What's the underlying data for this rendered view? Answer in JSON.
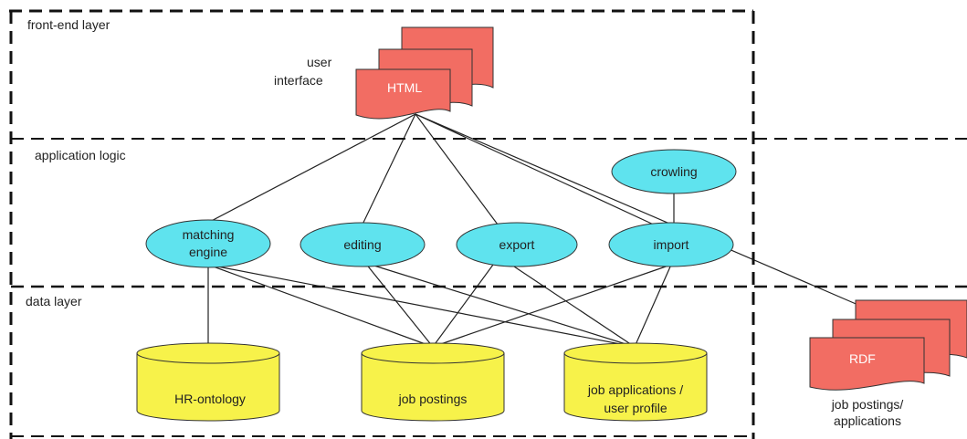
{
  "layers": {
    "frontend": "front-end layer",
    "application": "application logic",
    "data": "data layer"
  },
  "ui": {
    "label_line1": "user",
    "label_line2": "interface",
    "doc": "HTML"
  },
  "nodes": {
    "crowling": "crowling",
    "matching_line1": "matching",
    "matching_line2": "engine",
    "editing": "editing",
    "export": "export",
    "import": "import"
  },
  "stores": {
    "hr_ontology": "HR-ontology",
    "job_postings": "job postings",
    "job_applications_line1": "job applications /",
    "job_applications_line2": "user profile"
  },
  "external": {
    "doc": "RDF",
    "caption_line1": "job postings/",
    "caption_line2": "applications"
  },
  "colors": {
    "document_fill": "#f26d63",
    "process_fill": "#5fe3ee",
    "database_fill": "#f7f24a"
  }
}
